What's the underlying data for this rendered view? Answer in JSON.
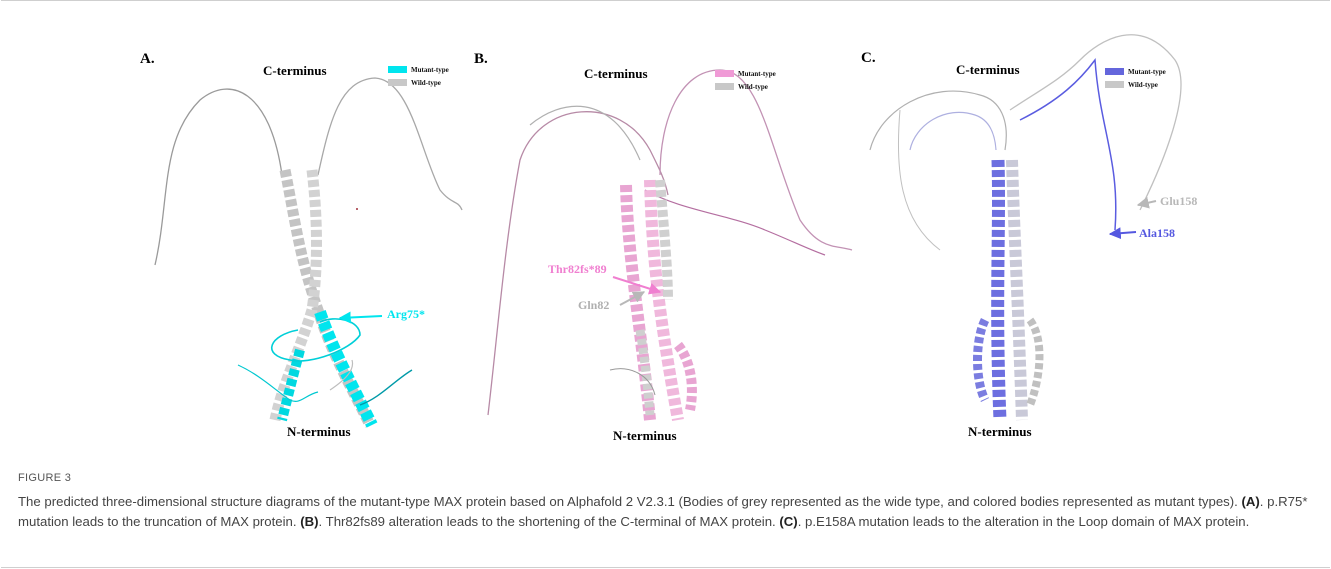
{
  "panels": [
    {
      "label": "A.",
      "top_label": "C-terminus",
      "bottom_label": "N-terminus",
      "legend": [
        {
          "name": "Mutant-type",
          "color": "#00e5ee"
        },
        {
          "name": "Wild-type",
          "color": "#c8c8c8"
        }
      ],
      "annotations": [
        {
          "text": "Arg75*",
          "color": "#00e5ee"
        }
      ]
    },
    {
      "label": "B.",
      "top_label": "C-terminus",
      "bottom_label": "N-terminus",
      "legend": [
        {
          "name": "Mutant-type",
          "color": "#f09ad6"
        },
        {
          "name": "Wild-type",
          "color": "#c8c8c8"
        }
      ],
      "annotations": [
        {
          "text": "Thr82fs*89",
          "color": "#f07fd0"
        },
        {
          "text": "Gln82",
          "color": "#b0b0b0"
        }
      ]
    },
    {
      "label": "C.",
      "top_label": "C-terminus",
      "bottom_label": "N-terminus",
      "legend": [
        {
          "name": "Mutant-type",
          "color": "#6466dc"
        },
        {
          "name": "Wild-type",
          "color": "#c8c8c8"
        }
      ],
      "annotations": [
        {
          "text": "Glu158",
          "color": "#b8b8b8"
        },
        {
          "text": "Ala158",
          "color": "#5558e0"
        }
      ]
    }
  ],
  "caption": {
    "label": "FIGURE 3",
    "intro": "The predicted three-dimensional structure diagrams of the mutant-type MAX protein based on Alphafold 2 V2.3.1 (Bodies of grey represented as the wide type, and colored bodies represented as mutant types).",
    "parts": [
      {
        "tag": "(A)",
        "text": ". p.R75* mutation leads to the truncation of MAX protein."
      },
      {
        "tag": "(B)",
        "text": ". Thr82fs89 alteration leads to the shortening of the C-terminal of MAX protein."
      },
      {
        "tag": "(C)",
        "text": ". p.E158A mutation leads to the alteration in the Loop domain of MAX protein."
      }
    ]
  }
}
